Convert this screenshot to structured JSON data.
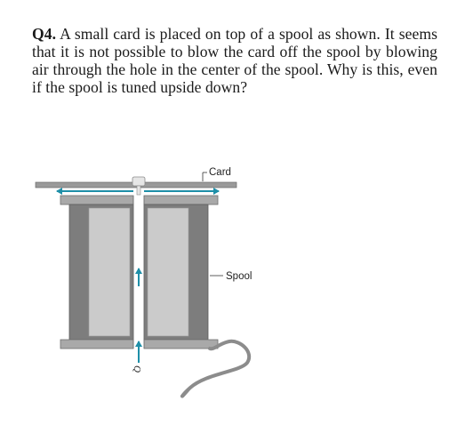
{
  "question": {
    "number": "Q4.",
    "text": "A small card is placed on top of a spool as shown. It seems that it is not possible to blow the card off the spool by blowing air through the hole in the center of the spool. Why is this, even if the spool is tuned upside down?"
  },
  "figure": {
    "card_label": "Card",
    "spool_label": "Spool",
    "flow_label": "Q"
  },
  "colors": {
    "arrow": "#1e8fa8",
    "spool_dark": "#7d7d7d",
    "spool_light": "#cbcbcb",
    "flange": "#a9a9a9",
    "card": "#9a9a9a"
  }
}
